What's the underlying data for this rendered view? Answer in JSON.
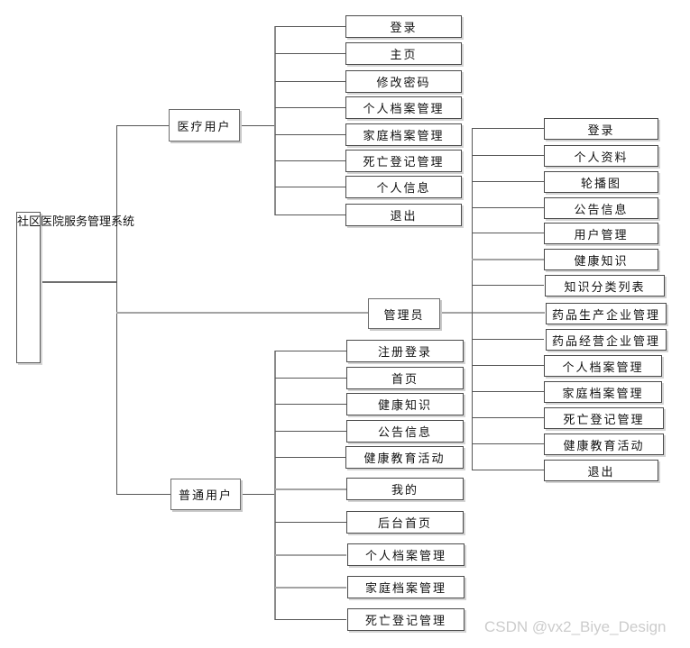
{
  "diagram": {
    "root": {
      "label": "社区医院服务管理系统"
    },
    "branches": [
      {
        "id": "medical-user",
        "label": "医疗用户",
        "children": [
          "登录",
          "主页",
          "修改密码",
          "个人档案管理",
          "家庭档案管理",
          "死亡登记管理",
          "个人信息",
          "退出"
        ]
      },
      {
        "id": "admin",
        "label": "管理员",
        "children": [
          "登录",
          "个人资料",
          "轮播图",
          "公告信息",
          "用户管理",
          "健康知识",
          "知识分类列表",
          "药品生产企业管理",
          "药品经营企业管理",
          "个人档案管理",
          "家庭档案管理",
          "死亡登记管理",
          "健康教育活动",
          "退出"
        ]
      },
      {
        "id": "ordinary-user",
        "label": "普通用户",
        "children": [
          "注册登录",
          "首页",
          "健康知识",
          "公告信息",
          "健康教育活动",
          "我的",
          "后台首页",
          "个人档案管理",
          "家庭档案管理",
          "死亡登记管理"
        ]
      }
    ]
  },
  "watermark": {
    "text": "CSDN @vx2_Biye_Design"
  },
  "colors": {
    "background": "#ffffff",
    "box_border": "#4a4a4a",
    "line": "#565656",
    "trunk_line": "#8a8a8a",
    "admin_line": "#a3a3a3",
    "watermark": "#cccccc",
    "text": "#101010"
  }
}
